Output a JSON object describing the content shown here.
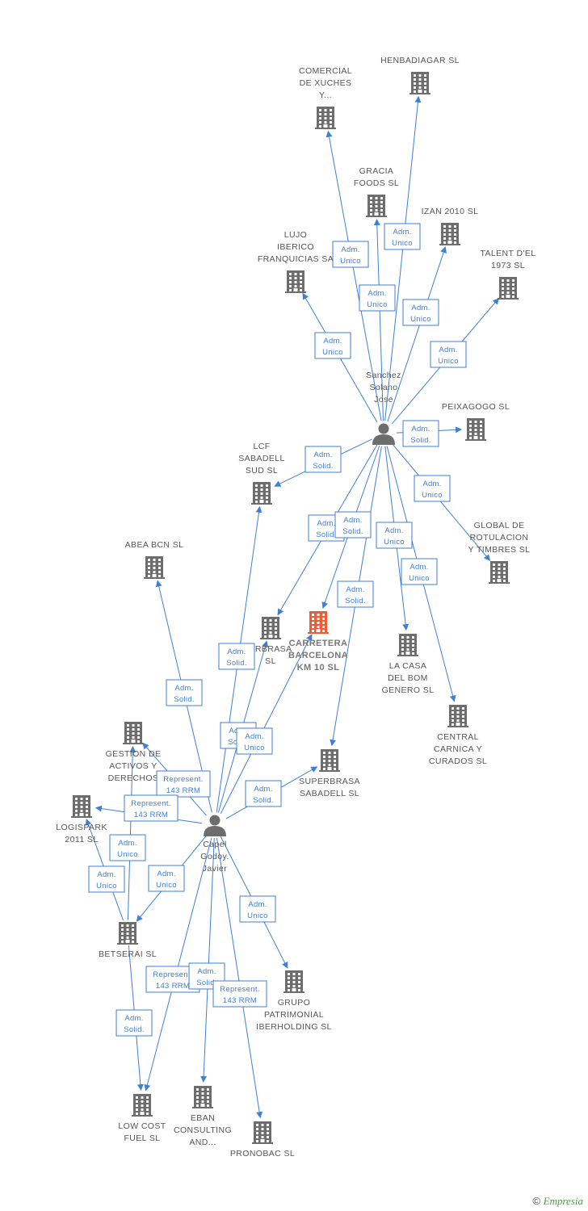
{
  "colors": {
    "edge": "#3f7fd4",
    "building": "#6d6d6d",
    "focus_building": "#f05a35",
    "person": "#6d6d6d",
    "label": "#555555"
  },
  "nodes": [
    {
      "id": "henbadiagar",
      "type": "company",
      "lines": [
        "HENBADIAGAR SL"
      ]
    },
    {
      "id": "comercial",
      "type": "company",
      "lines": [
        "COMERCIAL",
        "DE XUCHES",
        "Y..."
      ]
    },
    {
      "id": "gracia",
      "type": "company",
      "lines": [
        "GRACIA",
        "FOODS  SL"
      ]
    },
    {
      "id": "izan",
      "type": "company",
      "lines": [
        "IZAN 2010  SL"
      ]
    },
    {
      "id": "lujo",
      "type": "company",
      "lines": [
        "LUJO",
        "IBERICO",
        "FRANQUICIAS SA"
      ]
    },
    {
      "id": "talent",
      "type": "company",
      "lines": [
        "TALENT D'EL",
        "1973  SL"
      ]
    },
    {
      "id": "sanchez",
      "type": "person",
      "lines": [
        "Sanchez",
        "Solano",
        "Jose"
      ]
    },
    {
      "id": "peixagogo",
      "type": "company",
      "lines": [
        "PEIXAGOGO  SL"
      ]
    },
    {
      "id": "lcf",
      "type": "company",
      "lines": [
        "LCF",
        "SABADELL",
        "SUD  SL"
      ]
    },
    {
      "id": "global",
      "type": "company",
      "lines": [
        "GLOBAL DE",
        "ROTULACION",
        "Y TIMBRES  SL"
      ]
    },
    {
      "id": "abea",
      "type": "company",
      "lines": [
        "ABEA BCN SL"
      ]
    },
    {
      "id": "erbrasa",
      "type": "company",
      "lines": [
        "ERBRASA",
        "SL"
      ]
    },
    {
      "id": "carretera",
      "type": "focus",
      "lines": [
        "CARRETERA",
        "BARCELONA",
        "KM 10  SL"
      ]
    },
    {
      "id": "lacasa",
      "type": "company",
      "lines": [
        "LA CASA",
        "DEL BOM",
        "GENERO  SL"
      ]
    },
    {
      "id": "central",
      "type": "company",
      "lines": [
        "CENTRAL",
        "CARNICA Y",
        "CURADOS  SL"
      ]
    },
    {
      "id": "gestion",
      "type": "company",
      "lines": [
        "GESTION DE",
        "ACTIVOS Y",
        "DERECHOS"
      ]
    },
    {
      "id": "superbrasa",
      "type": "company",
      "lines": [
        "SUPERBRASA",
        "SABADELL  SL"
      ]
    },
    {
      "id": "logispark",
      "type": "company",
      "lines": [
        "LOGISPARK",
        "2011 SL"
      ]
    },
    {
      "id": "capel",
      "type": "person",
      "lines": [
        "Capel",
        "Godoy.",
        "Javier"
      ]
    },
    {
      "id": "betserai",
      "type": "company",
      "lines": [
        "BETSERAI SL"
      ]
    },
    {
      "id": "grupo",
      "type": "company",
      "lines": [
        "GRUPO",
        "PATRIMONIAL",
        "IBERHOLDING SL"
      ]
    },
    {
      "id": "lowcost",
      "type": "company",
      "lines": [
        "LOW COST",
        "FUEL SL"
      ]
    },
    {
      "id": "eban",
      "type": "company",
      "lines": [
        "EBAN",
        "CONSULTING",
        "AND..."
      ]
    },
    {
      "id": "pronobac",
      "type": "company",
      "lines": [
        "PRONOBAC SL"
      ]
    }
  ],
  "edges": [
    {
      "from": "sanchez",
      "to": "comercial",
      "lines": [
        "Adm.",
        "Unico"
      ]
    },
    {
      "from": "sanchez",
      "to": "henbadiagar",
      "lines": [
        "Adm.",
        "Unico"
      ]
    },
    {
      "from": "sanchez",
      "to": "gracia",
      "lines": [
        "Adm.",
        "Unico"
      ]
    },
    {
      "from": "sanchez",
      "to": "izan",
      "lines": [
        "Adm.",
        "Unico"
      ]
    },
    {
      "from": "sanchez",
      "to": "lujo",
      "lines": [
        "Adm.",
        "Unico"
      ]
    },
    {
      "from": "sanchez",
      "to": "talent",
      "lines": [
        "Adm.",
        "Unico"
      ]
    },
    {
      "from": "sanchez",
      "to": "lcf",
      "lines": [
        "Adm.",
        "Solid."
      ]
    },
    {
      "from": "sanchez",
      "to": "peixagogo",
      "lines": [
        "Adm.",
        "Solid."
      ]
    },
    {
      "from": "sanchez",
      "to": "global",
      "lines": [
        "Adm.",
        "Unico"
      ]
    },
    {
      "from": "sanchez",
      "to": "erbrasa",
      "lines": [
        "Adm.",
        "Solid."
      ]
    },
    {
      "from": "sanchez",
      "to": "carretera",
      "lines": [
        "Adm.",
        "Solid."
      ]
    },
    {
      "from": "sanchez",
      "to": "lacasa",
      "lines": [
        "Adm.",
        "Unico"
      ]
    },
    {
      "from": "sanchez",
      "to": "central",
      "lines": [
        "Adm.",
        "Unico"
      ]
    },
    {
      "from": "sanchez",
      "to": "superbrasa",
      "lines": [
        "Adm.",
        "Solid."
      ]
    },
    {
      "from": "capel",
      "to": "abea",
      "lines": [
        "Adm.",
        "Solid."
      ]
    },
    {
      "from": "capel",
      "to": "lcf",
      "lines": [
        "Adm.",
        "Solid."
      ]
    },
    {
      "from": "capel",
      "to": "erbrasa",
      "lines": [
        "Adm.",
        "Solid."
      ]
    },
    {
      "from": "capel",
      "to": "carretera",
      "lines": [
        "Adm.",
        "Unico"
      ]
    },
    {
      "from": "capel",
      "to": "superbrasa",
      "lines": [
        "Adm.",
        "Solid."
      ]
    },
    {
      "from": "capel",
      "to": "gestion",
      "lines": [
        "Represent.",
        "143 RRM"
      ]
    },
    {
      "from": "capel",
      "to": "logispark",
      "lines": [
        "Represent.",
        "143 RRM"
      ]
    },
    {
      "from": "capel",
      "to": "betserai",
      "lines": [
        "Adm.",
        "Unico"
      ]
    },
    {
      "from": "capel",
      "to": "grupo",
      "lines": [
        "Adm.",
        "Unico"
      ]
    },
    {
      "from": "capel",
      "to": "lowcost",
      "lines": [
        "Represent.",
        "143 RRM"
      ]
    },
    {
      "from": "capel",
      "to": "eban",
      "lines": [
        "Adm.",
        "Solid."
      ]
    },
    {
      "from": "capel",
      "to": "pronobac",
      "lines": [
        "Represent.",
        "143 RRM"
      ]
    },
    {
      "from": "betserai",
      "to": "logispark",
      "lines": [
        "Adm.",
        "Unico"
      ]
    },
    {
      "from": "betserai",
      "to": "gestion",
      "lines": [
        "Adm.",
        "Unico"
      ]
    },
    {
      "from": "betserai",
      "to": "lowcost",
      "lines": [
        "Adm.",
        "Solid."
      ]
    }
  ],
  "copyright": {
    "symbol": "©",
    "brand": "Empresia"
  }
}
